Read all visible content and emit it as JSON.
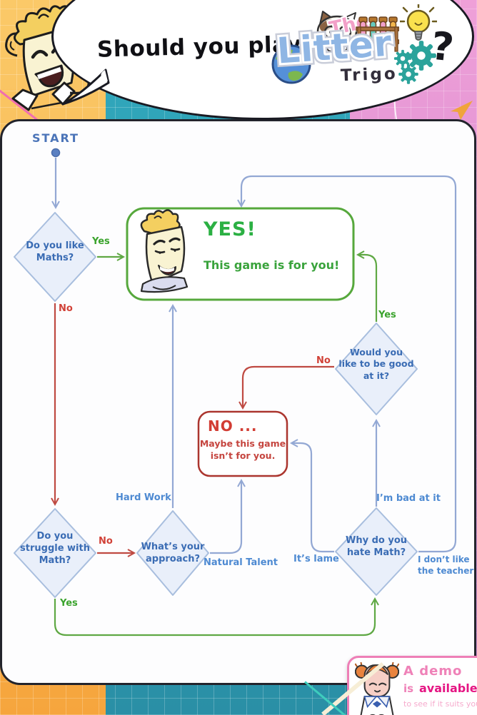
{
  "header": {
    "speech_text": "Should you play",
    "logo": {
      "the": "The",
      "litter": "Litter",
      "trigo": "Trigo"
    },
    "question_mark": "?"
  },
  "flow": {
    "start_label": "START",
    "like": {
      "q": "Do you like\nMaths?",
      "yes": "Yes",
      "no": "No"
    },
    "yes_box": {
      "title": "YES!",
      "subtitle": "This game is for you!"
    },
    "no_box": {
      "title": "NO ...",
      "subtitle": "Maybe this game\nisn’t for you."
    },
    "struggle": {
      "q": "Do you\nstruggle with\nMath?",
      "no": "No",
      "yes": "Yes"
    },
    "approach": {
      "q": "What’s your\napproach?",
      "hard_work": "Hard Work",
      "natural_talent": "Natural Talent"
    },
    "would": {
      "q": "Would you\nlike to be good\nat it?",
      "yes": "Yes",
      "no": "No"
    },
    "hate": {
      "q": "Why do you\nhate Math?",
      "bad": "I’m bad at it",
      "lame": "It’s lame",
      "teacher": "I don’t like\nthe teacher"
    }
  },
  "demo": {
    "a_demo": "A demo",
    "is": "is",
    "available": "available",
    "tagline": "to see if it suits you"
  },
  "colors": {
    "flow_blue": "#93a8d4",
    "flow_green": "#5fa844",
    "flow_red": "#bf4a42",
    "node_fill": "#e9effa",
    "node_border": "#a8bede",
    "node_text": "#3a6cb4",
    "yes_green": "#2bb043",
    "no_red": "#d23c33",
    "pink": "#ef82b8",
    "magenta": "#e51583"
  }
}
